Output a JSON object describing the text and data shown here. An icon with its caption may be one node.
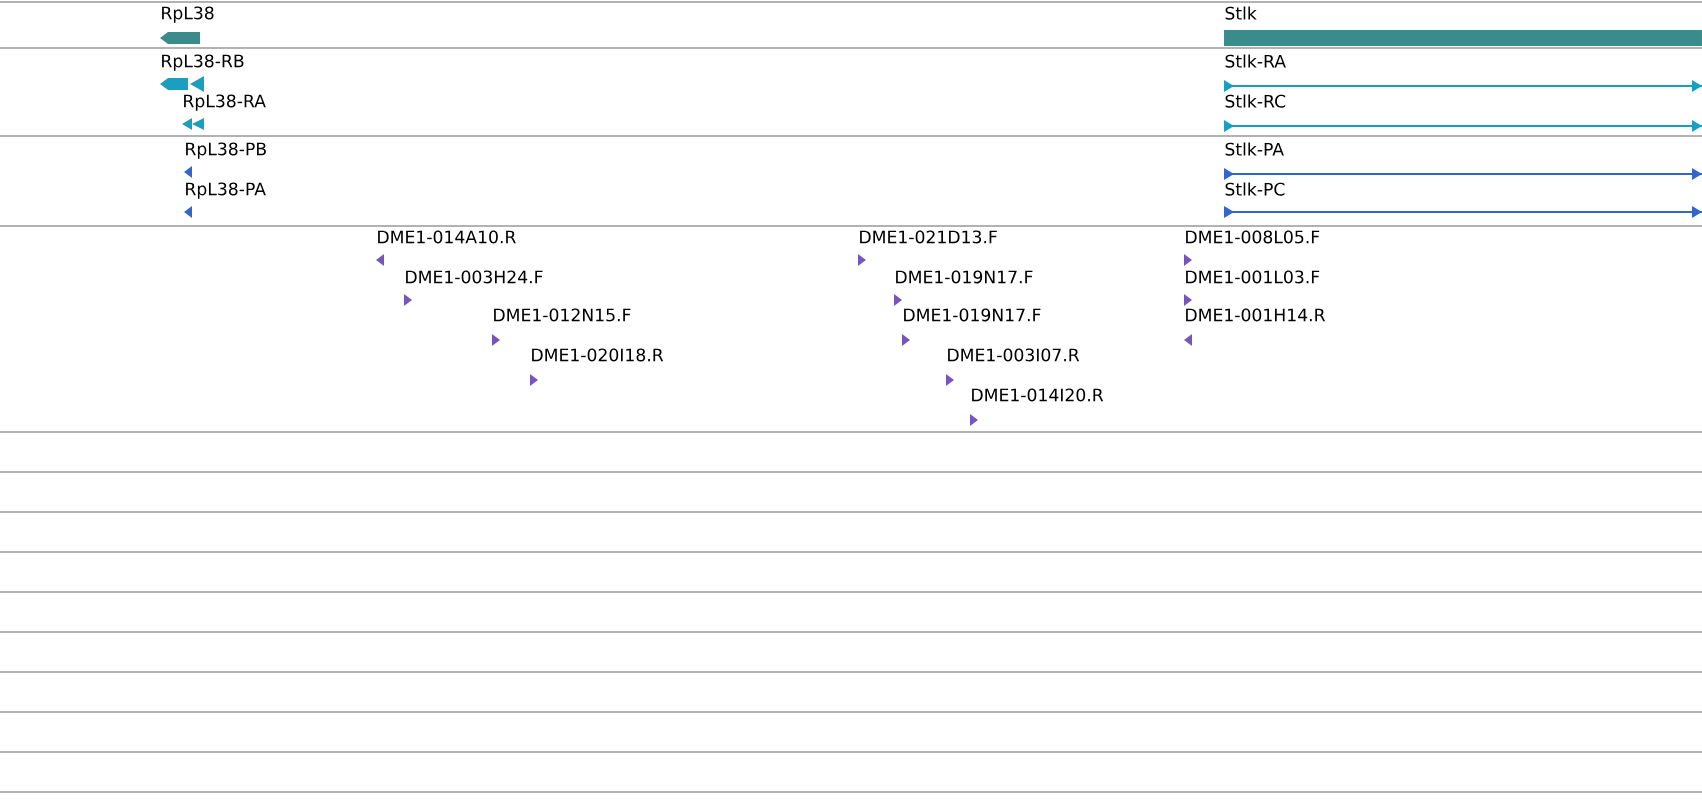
{
  "diagram": {
    "nodes": [
      {
        "text": [
          "RpL38"
        ]
      },
      {
        "text": [
          "Stlk"
        ]
      },
      {
        "text": [
          "RpL38-RB"
        ]
      },
      {
        "text": [
          "Stlk-RA"
        ]
      },
      {
        "text": [
          "RpL38-RA"
        ]
      },
      {
        "text": [
          "Stlk-RC"
        ]
      },
      {
        "text": [
          "RpL38-PB"
        ]
      },
      {
        "text": [
          "Stlk-PA"
        ]
      },
      {
        "text": [
          "RpL38-PA"
        ]
      },
      {
        "text": [
          "Stlk-PC"
        ]
      },
      {
        "text": [
          "DME1-014A10.R"
        ]
      },
      {
        "text": [
          "DME1-021D13.F"
        ]
      },
      {
        "text": [
          "DME1-008L05.F"
        ]
      },
      {
        "text": [
          "DME1-003H24.F"
        ]
      },
      {
        "text": [
          "DME1-019N17.F"
        ]
      },
      {
        "text": [
          "DME1-001L03.F"
        ]
      },
      {
        "text": [
          "DME1-012N15.F"
        ]
      },
      {
        "text": [
          "DME1-019N17.F"
        ]
      },
      {
        "text": [
          "DME1-001H14.R"
        ]
      },
      {
        "text": [
          "DME1-020I18.R"
        ]
      },
      {
        "text": [
          "DME1-003I07.R"
        ]
      },
      {
        "text": [
          "DME1-014I20.R"
        ]
      }
    ]
  }
}
